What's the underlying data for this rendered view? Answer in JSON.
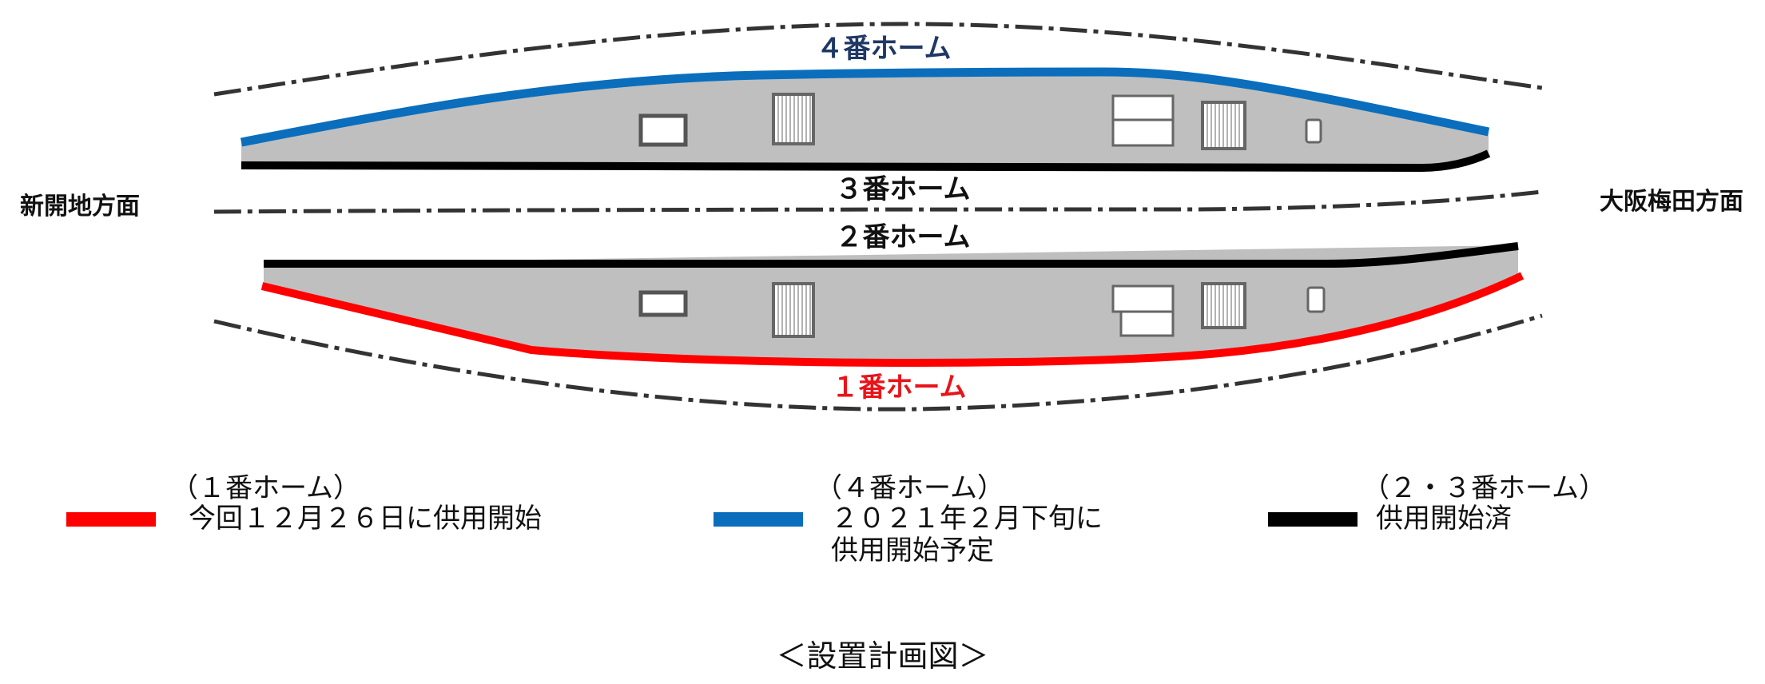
{
  "platforms": {
    "p4": {
      "label": "４番ホーム",
      "color": "#1f3864"
    },
    "p3": {
      "label": "３番ホーム",
      "color": "#111111"
    },
    "p2": {
      "label": "２番ホーム",
      "color": "#111111"
    },
    "p1": {
      "label": "１番ホーム",
      "color": "#e8141a"
    }
  },
  "directions": {
    "left": "新開地方面",
    "right": "大阪梅田方面"
  },
  "colors": {
    "red": "#ff0000",
    "blue": "#0a6ebd",
    "black": "#000000",
    "platform_fill": "#bfbfbf"
  },
  "legend": [
    {
      "color_key": "red",
      "heading": "（１番ホーム）",
      "lines": [
        "今回１２月２６日に供用開始"
      ]
    },
    {
      "color_key": "blue",
      "heading": "（４番ホーム）",
      "lines": [
        "２０２１年２月下旬に",
        "供用開始予定"
      ]
    },
    {
      "color_key": "black",
      "heading": "（２・３番ホーム）",
      "lines": [
        "供用開始済"
      ]
    }
  ],
  "caption": "＜設置計画図＞"
}
